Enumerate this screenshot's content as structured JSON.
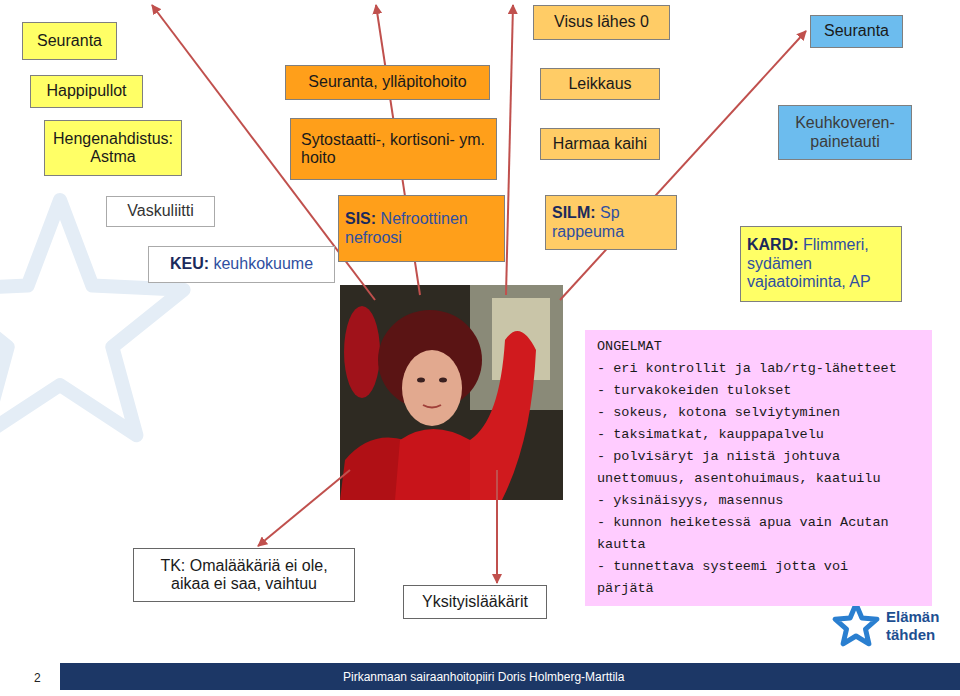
{
  "diagram": {
    "nodes": [
      {
        "text": [
          "Seuranta"
        ]
      },
      {
        "text": [
          "Happipullot"
        ]
      },
      {
        "text": [
          "Hengenahdistus: Astma"
        ]
      },
      {
        "text": [
          "Seuranta, ylläpitohoito"
        ]
      },
      {
        "text": [
          "Sytostaatti-, kortisoni- ym. hoito"
        ]
      },
      {
        "text": [
          "Visus lähes 0"
        ]
      },
      {
        "text": [
          "Leikkaus"
        ]
      },
      {
        "text": [
          "Harmaa kaihi"
        ]
      },
      {
        "text": [
          "Seuranta"
        ]
      },
      {
        "text": [
          "Keuhkoveren- painetauti"
        ]
      },
      {
        "text": [
          "Vaskuliitti"
        ]
      },
      {
        "text": [
          "KEU: keuhkokuume"
        ]
      },
      {
        "text": [
          "SIS: Nefroottinen nefroosi"
        ]
      },
      {
        "text": [
          "SILM: Sp rappeuma"
        ]
      },
      {
        "text": [
          "KARD: Flimmeri, sydämen vajaatoiminta, AP"
        ]
      },
      {
        "text": [
          "ONGELMAT",
          "- eri kontrollit ja lab/rtg-lähetteet",
          "- turvakokeiden tulokset",
          "- sokeus, kotona selviytyminen",
          "- taksimatkat, kauppapalvelu",
          "- polvisäryt ja niistä johtuva unettomuus, asentohuimaus, kaatuilu",
          "- yksinäisyys, masennus",
          "- kunnon heiketessä apua vain Acutan kautta",
          "- tunnettava systeemi jotta voi pärjätä"
        ]
      },
      {
        "text": [
          "TK: Omalääkäriä ei ole, aikaa ei saa, vaihtuu"
        ]
      },
      {
        "text": [
          "Yksityislääkärit"
        ]
      }
    ],
    "labels": [
      "Elämän",
      "tähden",
      "2",
      "Pirkanmaan sairaanhoitopiiri Doris Holmberg-Marttila"
    ]
  }
}
